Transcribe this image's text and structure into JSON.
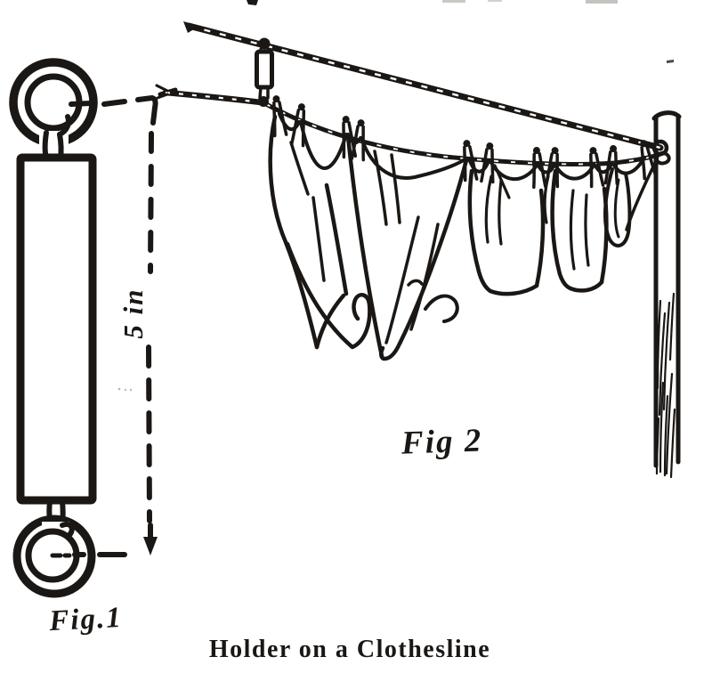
{
  "figure": {
    "fig1_label": "Fig.1",
    "fig2_label": "Fig 2",
    "dimension_label": "5 in",
    "caption": "Holder on a Clothesline"
  },
  "colors": {
    "ink": "#1a1714",
    "paper": "#ffffff"
  }
}
